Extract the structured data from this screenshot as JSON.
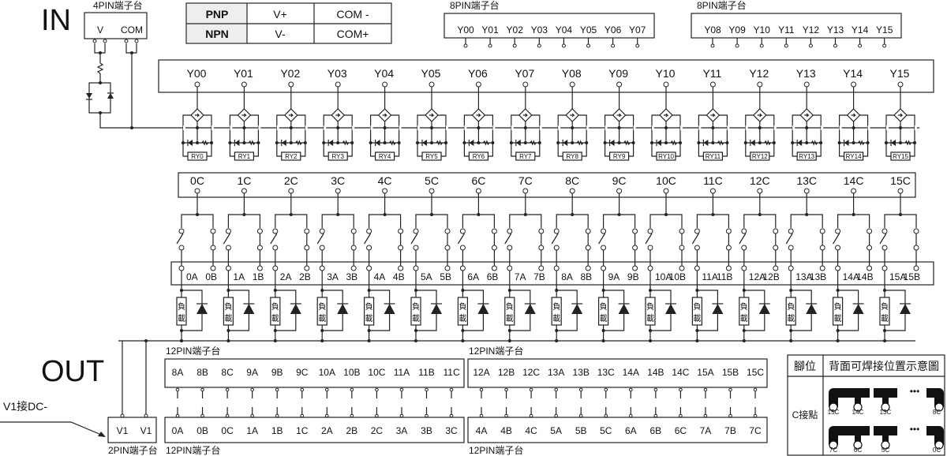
{
  "in_section": {
    "title": "IN",
    "terminal_4pin": {
      "label": "4PIN端子台",
      "pins": [
        "V",
        "COM"
      ]
    }
  },
  "polarity_table": {
    "rows": [
      [
        "PNP",
        "V+",
        "COM -"
      ],
      [
        "NPN",
        "V-",
        "COM+"
      ]
    ]
  },
  "terminal_8pin": [
    {
      "label": "8PIN端子台",
      "pins": [
        "Y00",
        "Y01",
        "Y02",
        "Y03",
        "Y04",
        "Y05",
        "Y06",
        "Y07"
      ]
    },
    {
      "label": "8PIN端子台",
      "pins": [
        "Y08",
        "Y09",
        "Y10",
        "Y11",
        "Y12",
        "Y13",
        "Y14",
        "Y15"
      ]
    }
  ],
  "outputs": {
    "y_labels": [
      "Y00",
      "Y01",
      "Y02",
      "Y03",
      "Y04",
      "Y05",
      "Y06",
      "Y07",
      "Y08",
      "Y09",
      "Y10",
      "Y11",
      "Y12",
      "Y13",
      "Y14",
      "Y15"
    ],
    "relay_labels": [
      "RY0",
      "RY1",
      "RY2",
      "RY3",
      "RY4",
      "RY5",
      "RY6",
      "RY7",
      "RY8",
      "RY9",
      "RY10",
      "RY11",
      "RY12",
      "RY13",
      "RY14",
      "RY15"
    ],
    "common_labels": [
      "0C",
      "1C",
      "2C",
      "3C",
      "4C",
      "5C",
      "6C",
      "7C",
      "8C",
      "9C",
      "10C",
      "11C",
      "12C",
      "13C",
      "14C",
      "15C"
    ],
    "a_labels": [
      "0A",
      "1A",
      "2A",
      "3A",
      "4A",
      "5A",
      "6A",
      "7A",
      "8A",
      "9A",
      "10A",
      "11A",
      "12A",
      "13A",
      "14A",
      "15A"
    ],
    "b_labels": [
      "0B",
      "1B",
      "2B",
      "3B",
      "4B",
      "5B",
      "6B",
      "7B",
      "8B",
      "9B",
      "10B",
      "11B",
      "12B",
      "13B",
      "14B",
      "15B"
    ],
    "load_label": [
      "負",
      "載"
    ]
  },
  "out_section": {
    "title": "OUT",
    "v1_note": "V1接DC-",
    "terminal_2pin": {
      "label": "2PIN端子台",
      "pins": [
        "V1",
        "V1"
      ]
    },
    "upper_terminals": [
      {
        "label": "12PIN端子台",
        "pins": [
          "8A",
          "8B",
          "8C",
          "9A",
          "9B",
          "9C",
          "10A",
          "10B",
          "10C",
          "11A",
          "11B",
          "11C"
        ]
      },
      {
        "label": "12PIN端子台",
        "pins": [
          "12A",
          "12B",
          "12C",
          "13A",
          "13B",
          "13C",
          "14A",
          "14B",
          "14C",
          "15A",
          "15B",
          "15C"
        ]
      }
    ],
    "lower_terminals": [
      {
        "label": "12PIN端子台",
        "pins": [
          "0A",
          "0B",
          "0C",
          "1A",
          "1B",
          "1C",
          "2A",
          "2B",
          "2C",
          "3A",
          "3B",
          "3C"
        ]
      },
      {
        "label": "12PIN端子台",
        "pins": [
          "4A",
          "4B",
          "4C",
          "5A",
          "5B",
          "5C",
          "6A",
          "6B",
          "6C",
          "7A",
          "7B",
          "7C"
        ]
      }
    ]
  },
  "pin_table": {
    "header": [
      "腳位",
      "背面可焊接位置示意圖"
    ],
    "row_label": "C接點",
    "top_row": [
      "15C",
      "14C",
      "13C",
      "8C"
    ],
    "bottom_row": [
      "7C",
      "6C",
      "5C",
      "0C"
    ],
    "ellipsis": "•••"
  }
}
